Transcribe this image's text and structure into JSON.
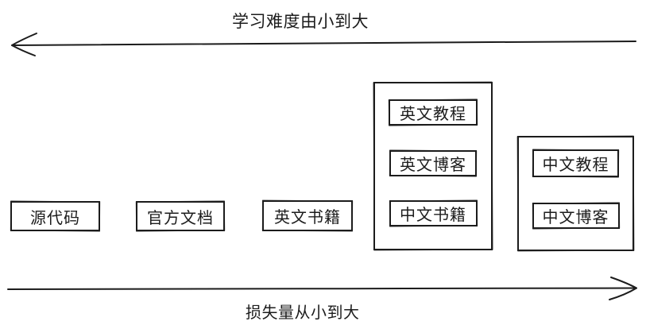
{
  "axes": {
    "top": {
      "label": "学习难度由小到大",
      "direction": "left"
    },
    "bottom": {
      "label": "损失量从小到大",
      "direction": "right"
    }
  },
  "nodes": [
    {
      "id": "source-code",
      "label": "源代码"
    },
    {
      "id": "official-docs",
      "label": "官方文档"
    },
    {
      "id": "english-books",
      "label": "英文书籍"
    }
  ],
  "groups": [
    {
      "id": "group-harder-sources",
      "items": [
        {
          "label": "英文教程"
        },
        {
          "label": "英文博客"
        },
        {
          "label": "中文书籍"
        }
      ]
    },
    {
      "id": "group-easiest-sources",
      "items": [
        {
          "label": "中文教程"
        },
        {
          "label": "中文博客"
        }
      ]
    }
  ],
  "colors": {
    "stroke": "#1c1c1c",
    "background": "#ffffff"
  }
}
